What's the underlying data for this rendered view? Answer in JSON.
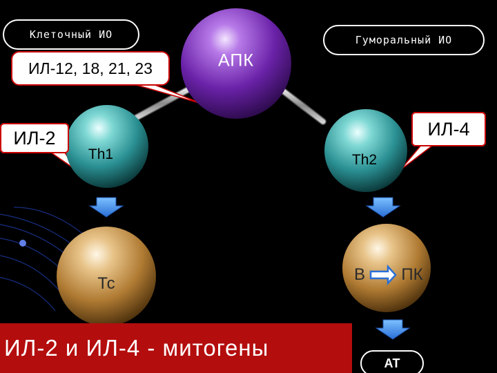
{
  "cell_immunity_label": "Клеточный ИО",
  "humoral_immunity_label": "Гуморальный ИО",
  "callouts": {
    "il12": "ИЛ-12, 18, 21, 23",
    "il2": "ИЛ-2",
    "il4": "ИЛ-4"
  },
  "nodes": {
    "apk": "АПК",
    "th1": "Th1",
    "th2": "Th2",
    "tc": "Тс",
    "b": "В",
    "pk": "ПК",
    "at": "АТ"
  },
  "banner": "ИЛ-2 и ИЛ-4 - митогены",
  "colors": {
    "background": "#000000",
    "banner": "#b40d0d",
    "apk_sphere": "#7a2fb8",
    "th_sphere": "#2f9e9e",
    "effector_sphere": "#c08a3c",
    "arrow": "#3a8ae8",
    "callout_border": "#cc0000"
  }
}
